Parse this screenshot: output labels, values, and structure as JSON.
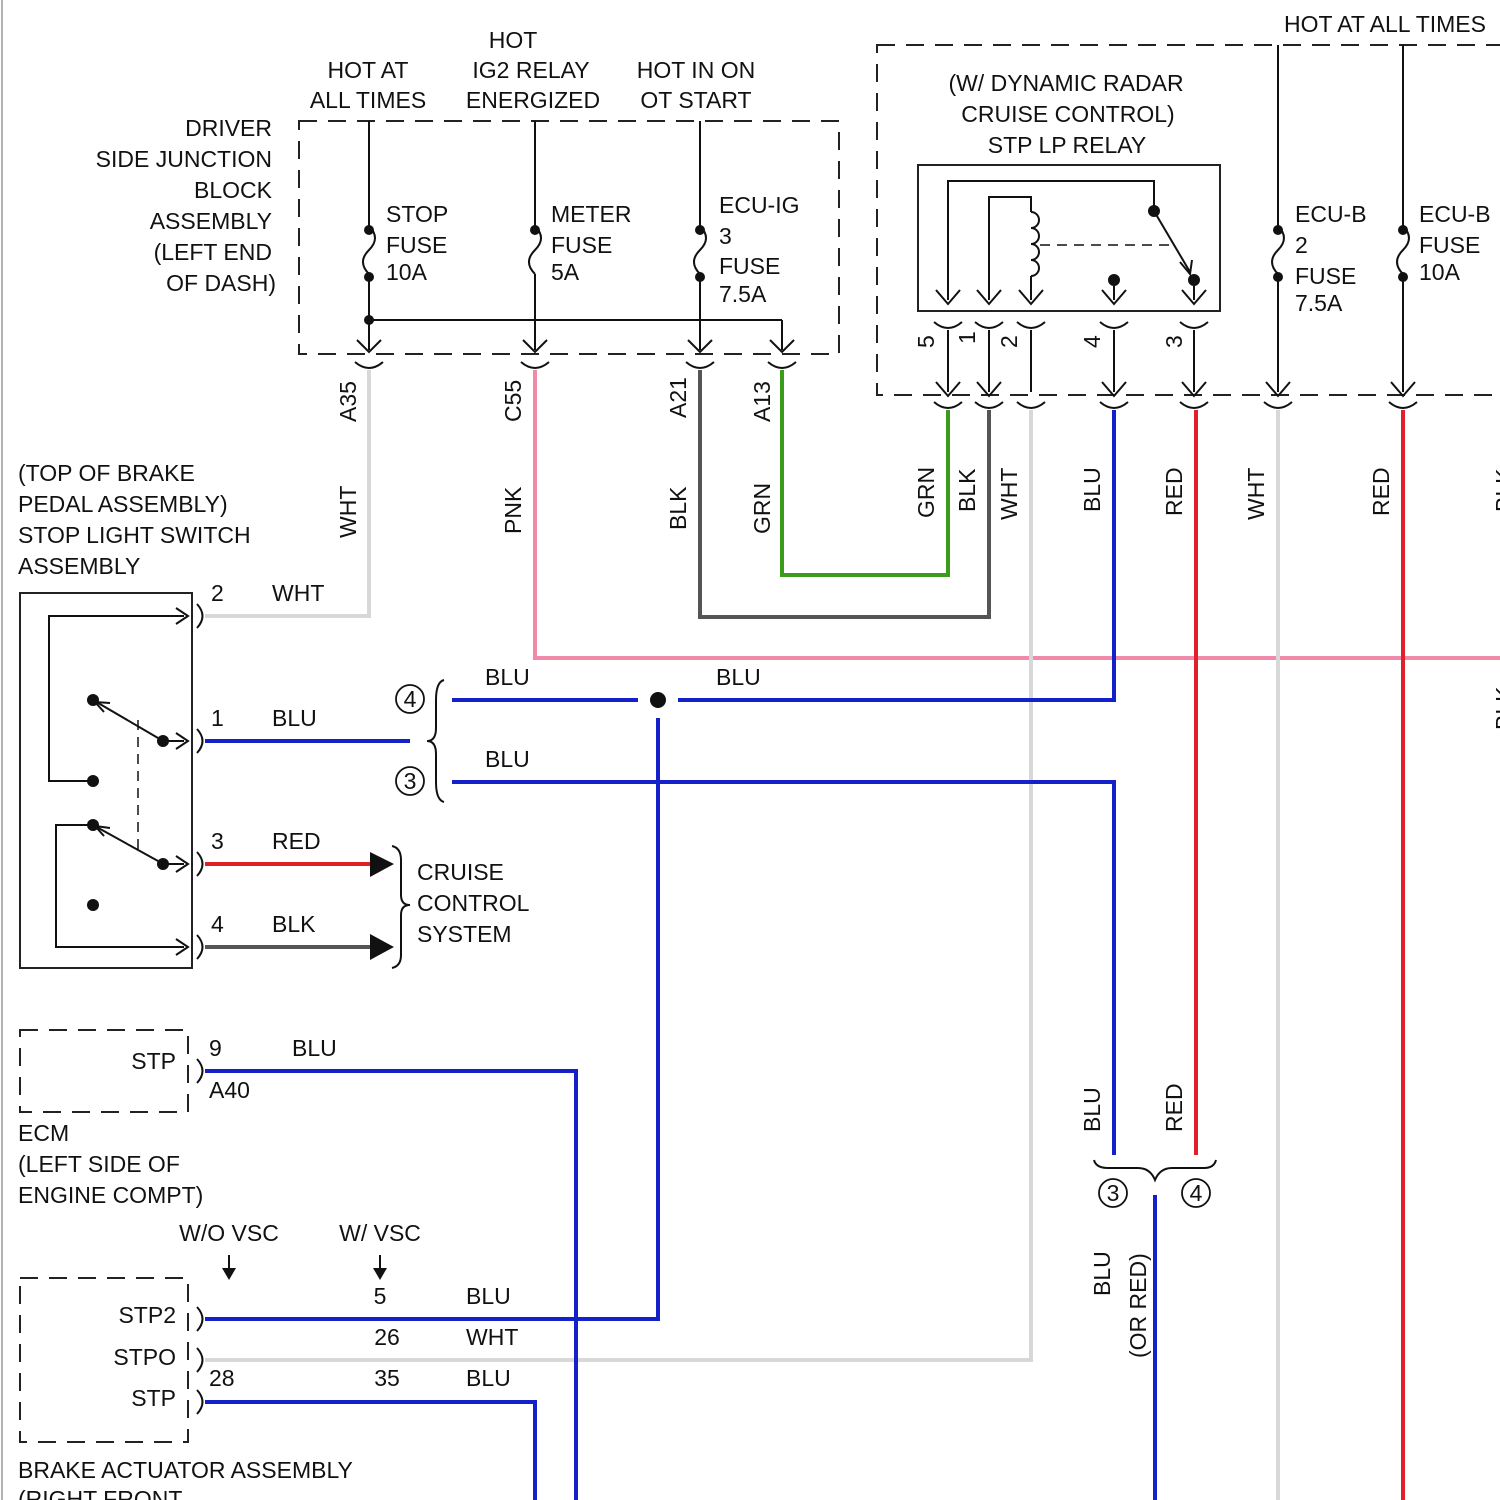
{
  "colors": {
    "WHT": "#d8d8d8",
    "PNK": "#ef8aa8",
    "BLK": "#555555",
    "GRN": "#3a9c1a",
    "BLU": "#1420c8",
    "RED": "#e0202a"
  },
  "header": {
    "hot_all_times_1": "HOT AT",
    "hot_all_times_2": "ALL TIMES",
    "hot_ig2_1": "HOT",
    "hot_ig2_2": "IG2 RELAY",
    "hot_ig2_3": "ENERGIZED",
    "hot_on_1": "HOT IN ON",
    "hot_on_2": "OT START",
    "hot_right": "HOT AT ALL TIMES"
  },
  "junction_block": {
    "lines": [
      "DRIVER",
      "SIDE JUNCTION",
      "BLOCK",
      "ASSEMBLY",
      "(LEFT END",
      "OF DASH)"
    ],
    "fuses": [
      {
        "l1": "STOP",
        "l2": "FUSE",
        "l3": "10A"
      },
      {
        "l1": "METER",
        "l2": "FUSE",
        "l3": "5A"
      },
      {
        "l1": "ECU-IG",
        "l2": "3",
        "l3": "FUSE",
        "l4": "7.5A"
      }
    ],
    "connectors": [
      "A35",
      "C55",
      "A21",
      "A13"
    ]
  },
  "relay": {
    "lines": [
      "(W/ DYNAMIC RADAR",
      "CRUISE CONTROL)",
      "STP LP RELAY"
    ],
    "pins": [
      "5",
      "1",
      "2",
      "4",
      "3"
    ]
  },
  "right_fuses": [
    {
      "l1": "ECU-B",
      "l2": "2",
      "l3": "FUSE",
      "l4": "7.5A"
    },
    {
      "l1": "ECU-B",
      "l2": "FUSE",
      "l3": "10A"
    }
  ],
  "wire_labels": {
    "a35": "WHT",
    "c55": "PNK",
    "a21": "BLK",
    "a13": "GRN",
    "r5": "GRN",
    "r1": "BLK",
    "r2": "WHT",
    "r4": "BLU",
    "r3": "RED",
    "ecub2": "WHT",
    "ecub": "RED",
    "edge_top": "BLK",
    "edge_bot": "BLK"
  },
  "switch": {
    "lines": [
      "(TOP OF BRAKE",
      "PEDAL ASSEMBLY)",
      "STOP LIGHT SWITCH",
      "ASSEMBLY"
    ],
    "pins": [
      {
        "num": "2",
        "color": "WHT"
      },
      {
        "num": "1",
        "color": "BLU"
      },
      {
        "num": "3",
        "color": "RED"
      },
      {
        "num": "4",
        "color": "BLK"
      }
    ]
  },
  "splice": {
    "c4": "4",
    "c3": "3",
    "blu_a": "BLU",
    "blu_b": "BLU",
    "blu_c": "BLU"
  },
  "cruise": {
    "lines": [
      "CRUISE",
      "CONTROL",
      "SYSTEM"
    ]
  },
  "ecm": {
    "pin_label": "STP",
    "pin_num": "9",
    "connector": "A40",
    "wire": "BLU",
    "lines": [
      "ECM",
      "(LEFT SIDE OF",
      "ENGINE COMPT)"
    ]
  },
  "vsc": {
    "without": "W/O VSC",
    "with": "W/ VSC"
  },
  "brake_actuator": {
    "rows": [
      {
        "label": "STP2",
        "num": "5",
        "wire": "BLU"
      },
      {
        "label": "STPO",
        "num": "26",
        "wire": "WHT"
      },
      {
        "label": "STP",
        "num_left": "28",
        "num": "35",
        "wire": "BLU"
      }
    ],
    "lines": [
      "BRAKE ACTUATOR ASSEMBLY",
      "(RIGHT FRONT"
    ]
  },
  "bottom_right": {
    "blu": "BLU",
    "red": "RED",
    "c3": "3",
    "c4": "4",
    "merged1": "BLU",
    "merged2": "(OR RED)"
  }
}
